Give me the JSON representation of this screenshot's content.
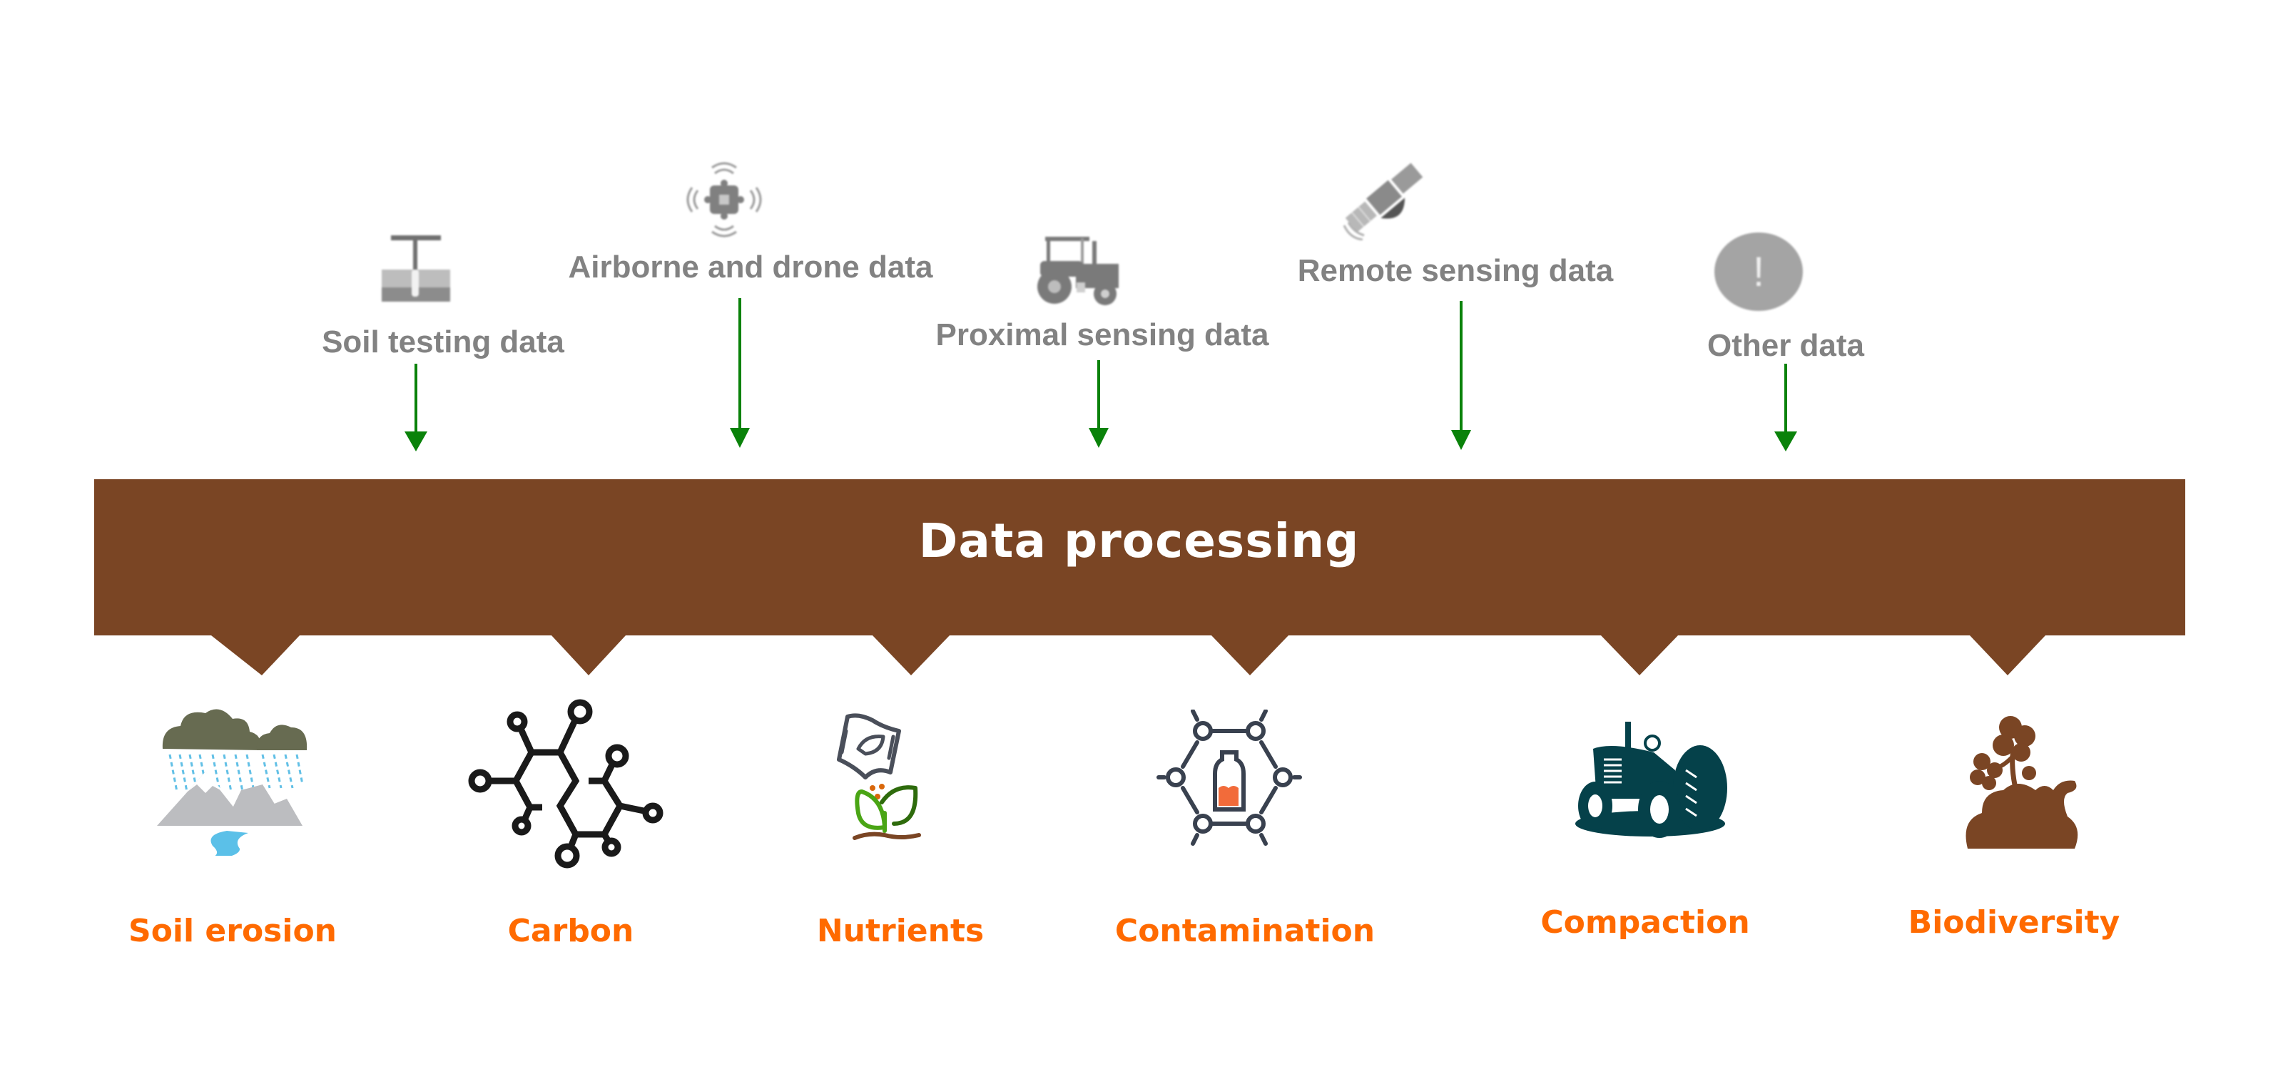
{
  "title": "Data processing",
  "colors": {
    "band": "#7a4524",
    "arrow": "#0a820a",
    "source_label": "#828282",
    "output_label": "#ff6a00"
  },
  "sources": [
    {
      "label": "Soil testing data",
      "icon": "soil-probe-icon"
    },
    {
      "label": "Airborne and drone data",
      "icon": "drone-icon"
    },
    {
      "label": "Proximal sensing data",
      "icon": "tractor-icon"
    },
    {
      "label": "Remote sensing data",
      "icon": "satellite-icon"
    },
    {
      "label": "Other data",
      "icon": "exclamation-circle-icon",
      "glyph": "!"
    }
  ],
  "outputs": [
    {
      "label": "Soil erosion",
      "icon": "rain-mountain-river-icon"
    },
    {
      "label": "Carbon",
      "icon": "carbon-molecule-icon"
    },
    {
      "label": "Nutrients",
      "icon": "fertilizer-plant-icon"
    },
    {
      "label": "Contamination",
      "icon": "chemical-bottle-icon"
    },
    {
      "label": "Compaction",
      "icon": "vintage-tractor-icon"
    },
    {
      "label": "Biodiversity",
      "icon": "soil-plant-icon"
    }
  ]
}
